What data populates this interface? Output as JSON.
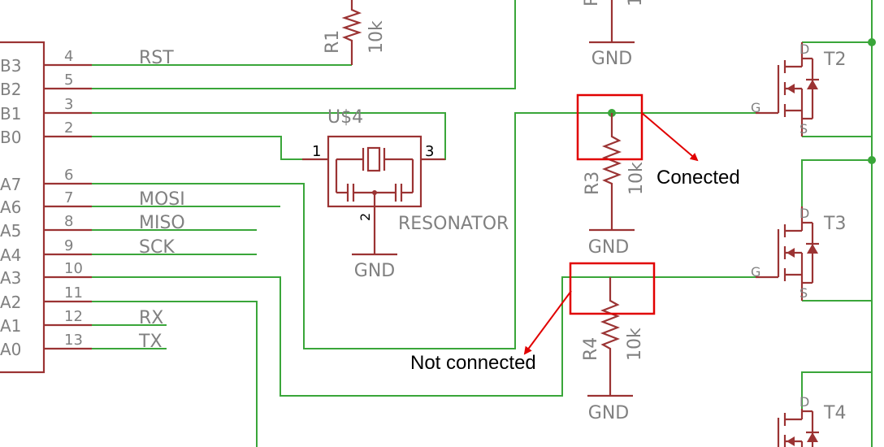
{
  "colors": {
    "wire": "#3aa63a",
    "part": "#9b3333",
    "label": "#808080",
    "annotation_box": "#e10000",
    "junction": "#3aa63a"
  },
  "mcu": {
    "pins": [
      {
        "port": "B3",
        "number": "4",
        "net": "RST"
      },
      {
        "port": "B2",
        "number": "5",
        "net": ""
      },
      {
        "port": "B1",
        "number": "3",
        "net": ""
      },
      {
        "port": "B0",
        "number": "2",
        "net": ""
      },
      {
        "port": "A7",
        "number": "6",
        "net": ""
      },
      {
        "port": "A6",
        "number": "7",
        "net": "MOSI"
      },
      {
        "port": "A5",
        "number": "8",
        "net": "MISO"
      },
      {
        "port": "A4",
        "number": "9",
        "net": "SCK"
      },
      {
        "port": "A3",
        "number": "10",
        "net": ""
      },
      {
        "port": "A2",
        "number": "11",
        "net": ""
      },
      {
        "port": "A1",
        "number": "12",
        "net": "RX"
      },
      {
        "port": "A0",
        "number": "13",
        "net": "TX"
      }
    ]
  },
  "resistors": {
    "r1": {
      "name": "R1",
      "value": "10k"
    },
    "r2_partial": {
      "name": "R",
      "value": "1"
    },
    "r3": {
      "name": "R3",
      "value": "10k"
    },
    "r4": {
      "name": "R4",
      "value": "10k"
    }
  },
  "resonator": {
    "ref": "U$4",
    "name": "RESONATOR",
    "pin1": "1",
    "pin2": "2",
    "pin3": "3"
  },
  "gnd_labels": {
    "top": "GND",
    "resonator": "GND",
    "r3": "GND",
    "r4": "GND"
  },
  "transistors": [
    {
      "name": "T2",
      "drain": "D",
      "gate": "G",
      "source": "S"
    },
    {
      "name": "T3",
      "drain": "D",
      "gate": "G",
      "source": "S"
    },
    {
      "name": "T4",
      "drain": "D",
      "gate": "",
      "source": ""
    }
  ],
  "annotations": {
    "connected": "Conected",
    "not_connected": "Not connected"
  }
}
